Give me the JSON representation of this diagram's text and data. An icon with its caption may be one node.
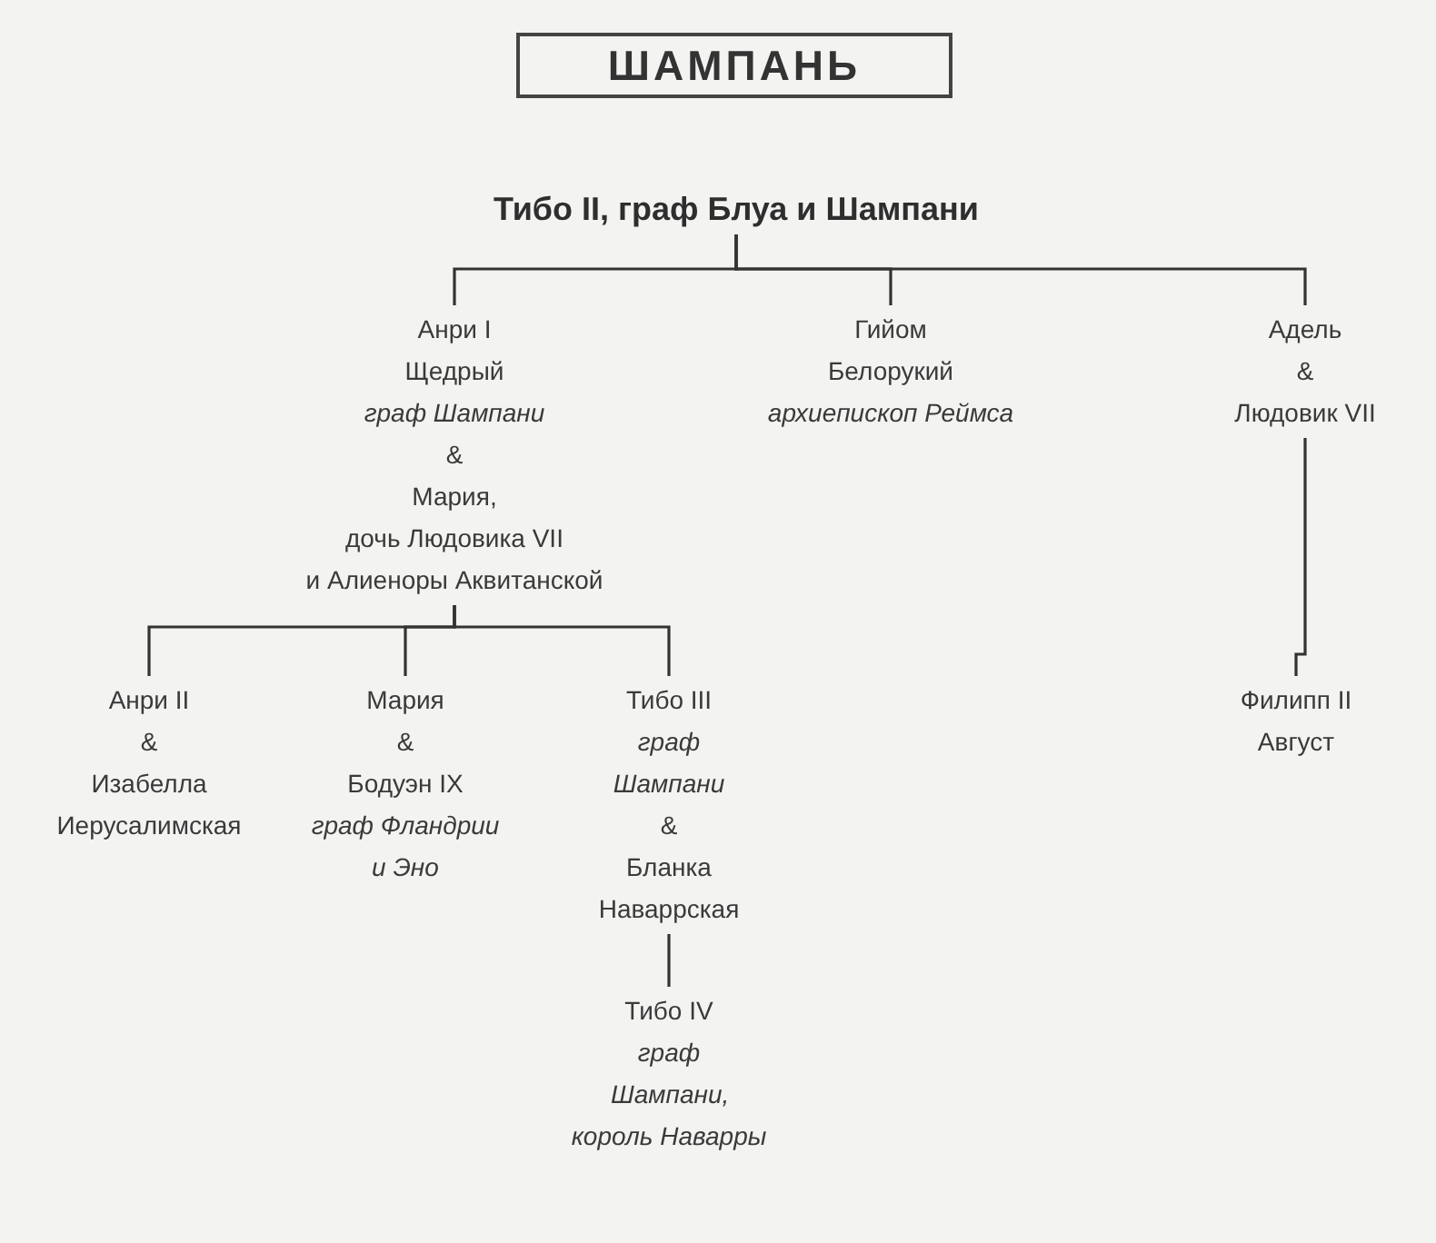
{
  "diagram": {
    "title": "ШАМПАНЬ",
    "nodes": [
      {
        "text": [
          "Тибо II, граф Блуа и Шампани"
        ]
      },
      {
        "text": [
          "Анри I Щедрый",
          "граф Шампани",
          "&",
          "Мария,",
          "дочь Людовика VII",
          "и Алиеноры Аквитанской"
        ]
      },
      {
        "text": [
          "Гийом Белорукий",
          "архиепископ Реймса"
        ]
      },
      {
        "text": [
          "Адель",
          "&",
          "Людовик VII"
        ]
      },
      {
        "text": [
          "Анри II",
          "&",
          "Изабелла Иерусалимская"
        ]
      },
      {
        "text": [
          "Мария",
          "&",
          "Бодуэн IX",
          "граф Фландрии и Эно"
        ]
      },
      {
        "text": [
          "Тибо III",
          "граф Шампани",
          "&",
          "Бланка Наваррская"
        ]
      },
      {
        "text": [
          "Филипп II Август"
        ]
      },
      {
        "text": [
          "Тибо IV",
          "граф Шампани,",
          "король Наварры"
        ]
      }
    ],
    "edges": [
      {
        "from": 0,
        "to": 1,
        "arrow": "none"
      },
      {
        "from": 0,
        "to": 2,
        "arrow": "none"
      },
      {
        "from": 0,
        "to": 3,
        "arrow": "none"
      },
      {
        "from": 1,
        "to": 4,
        "arrow": "none"
      },
      {
        "from": 1,
        "to": 5,
        "arrow": "none"
      },
      {
        "from": 1,
        "to": 6,
        "arrow": "none"
      },
      {
        "from": 3,
        "to": 7,
        "arrow": "none"
      },
      {
        "from": 6,
        "to": 8,
        "arrow": "none"
      }
    ]
  }
}
